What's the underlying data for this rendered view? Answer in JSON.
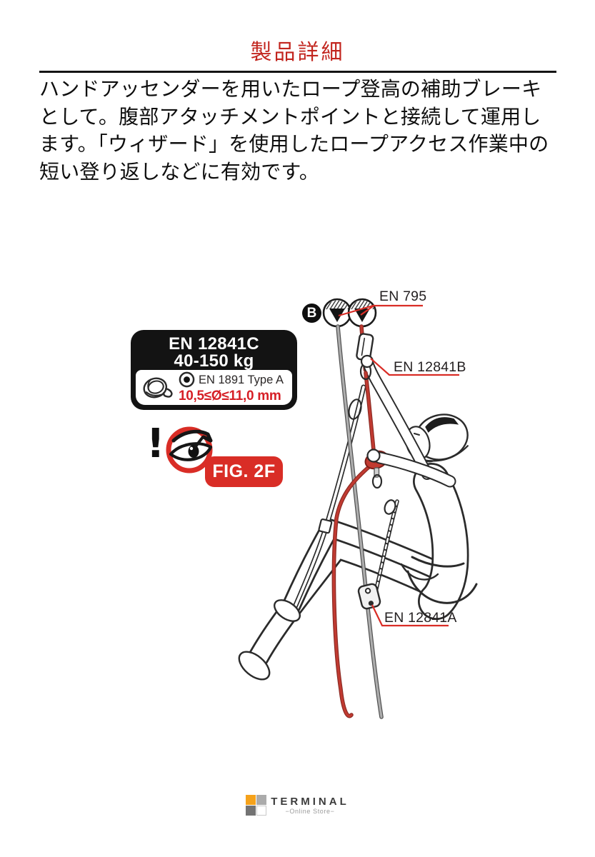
{
  "header": {
    "title": "製品詳細",
    "title_color": "#c2251e"
  },
  "description": {
    "text": "ハンドアッセンダーを用いたロープ登高の補助ブレーキとして。腹部アタッチメントポイントと接続して運用します。「ウィザード」を使用したロープアクセス作業中の短い登り返しなどに有効です。"
  },
  "diagram": {
    "spec_badge": {
      "standard": "EN 12841C",
      "weight_range": "40-150 kg",
      "rope_standard": "EN 1891 Type A",
      "rope_diameter": "10,5≤Ø≤11,0 mm"
    },
    "warning": {
      "mark": "!",
      "figure_ref": "FIG. 2F"
    },
    "marker_b": "B",
    "labels": {
      "anchors": "EN 795",
      "hand_ascender": "EN 12841B",
      "backup_device": "EN 12841A"
    },
    "colors": {
      "accent_red": "#d92d26",
      "rope_red": "#c13a31",
      "rope_gray": "#adadad",
      "outline": "#2b2b2b",
      "badge_black": "#131313"
    }
  },
  "footer": {
    "brand": "TERMINAL",
    "tagline": "−Online Store−",
    "logo_colors": {
      "top_left": "#f5a21b",
      "top_right": "#ababab",
      "bottom_left": "#737373",
      "bottom_right": "#ffffff"
    }
  }
}
